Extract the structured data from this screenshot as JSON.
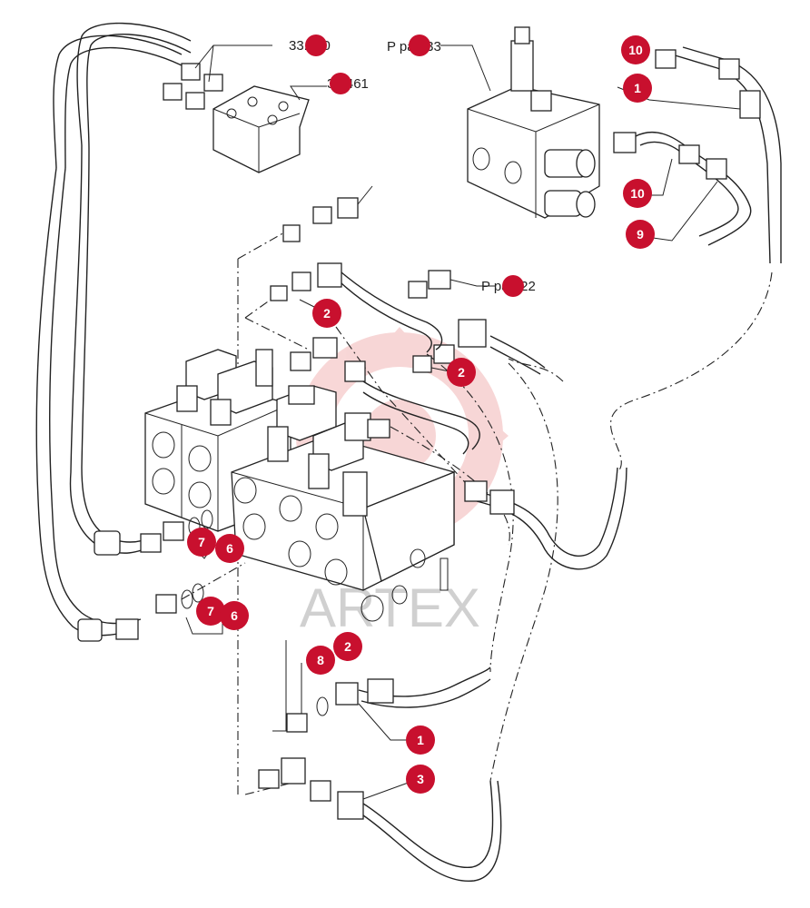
{
  "references": {
    "ref_33440": "33.440",
    "ref_33461": "33.461",
    "ref_pag33": "P pag.33",
    "ref_pag22": "P pag.22"
  },
  "callouts": {
    "c10_top": "10",
    "c1_top": "1",
    "c10_mid": "10",
    "c9": "9",
    "c2_a": "2",
    "c2_b": "2",
    "c7_a": "7",
    "c6_a": "6",
    "c7_b": "7",
    "c6_b": "6",
    "c8": "8",
    "c2_c": "2",
    "c1_bottom": "1",
    "c3": "3"
  },
  "watermark": {
    "text": "ARTEX",
    "color": "#f2b6b6"
  },
  "colors": {
    "callout": "#c8102e",
    "line": "#222222"
  }
}
